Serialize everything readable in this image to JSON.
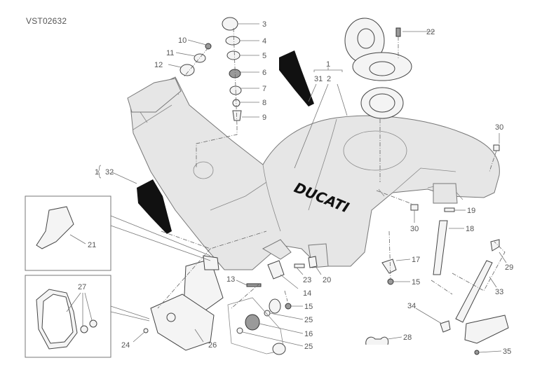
{
  "diagram": {
    "drawing_code": "VST02632",
    "brand_logo": "DUCATI",
    "callouts": [
      {
        "id": "c3",
        "text": "3"
      },
      {
        "id": "c4",
        "text": "4"
      },
      {
        "id": "c5",
        "text": "5"
      },
      {
        "id": "c6",
        "text": "6"
      },
      {
        "id": "c7",
        "text": "7"
      },
      {
        "id": "c8",
        "text": "8"
      },
      {
        "id": "c9",
        "text": "9"
      },
      {
        "id": "c10",
        "text": "10"
      },
      {
        "id": "c11",
        "text": "11"
      },
      {
        "id": "c12",
        "text": "12"
      },
      {
        "id": "c1a",
        "text": "1"
      },
      {
        "id": "c31",
        "text": "31"
      },
      {
        "id": "c2",
        "text": "2"
      },
      {
        "id": "c22",
        "text": "22"
      },
      {
        "id": "c30a",
        "text": "30"
      },
      {
        "id": "c30b",
        "text": "30"
      },
      {
        "id": "c19",
        "text": "19"
      },
      {
        "id": "c18",
        "text": "18"
      },
      {
        "id": "c1b",
        "text": "1"
      },
      {
        "id": "c32",
        "text": "32"
      },
      {
        "id": "c21",
        "text": "21"
      },
      {
        "id": "c27",
        "text": "27"
      },
      {
        "id": "c24",
        "text": "24"
      },
      {
        "id": "c26",
        "text": "26"
      },
      {
        "id": "c13",
        "text": "13"
      },
      {
        "id": "c14",
        "text": "14"
      },
      {
        "id": "c23",
        "text": "23"
      },
      {
        "id": "c20",
        "text": "20"
      },
      {
        "id": "c15a",
        "text": "15"
      },
      {
        "id": "c25a",
        "text": "25"
      },
      {
        "id": "c16",
        "text": "16"
      },
      {
        "id": "c25b",
        "text": "25"
      },
      {
        "id": "c17",
        "text": "17"
      },
      {
        "id": "c15b",
        "text": "15"
      },
      {
        "id": "c29",
        "text": "29"
      },
      {
        "id": "c33",
        "text": "33"
      },
      {
        "id": "c34",
        "text": "34"
      },
      {
        "id": "c28",
        "text": "28"
      },
      {
        "id": "c35",
        "text": "35"
      }
    ]
  }
}
